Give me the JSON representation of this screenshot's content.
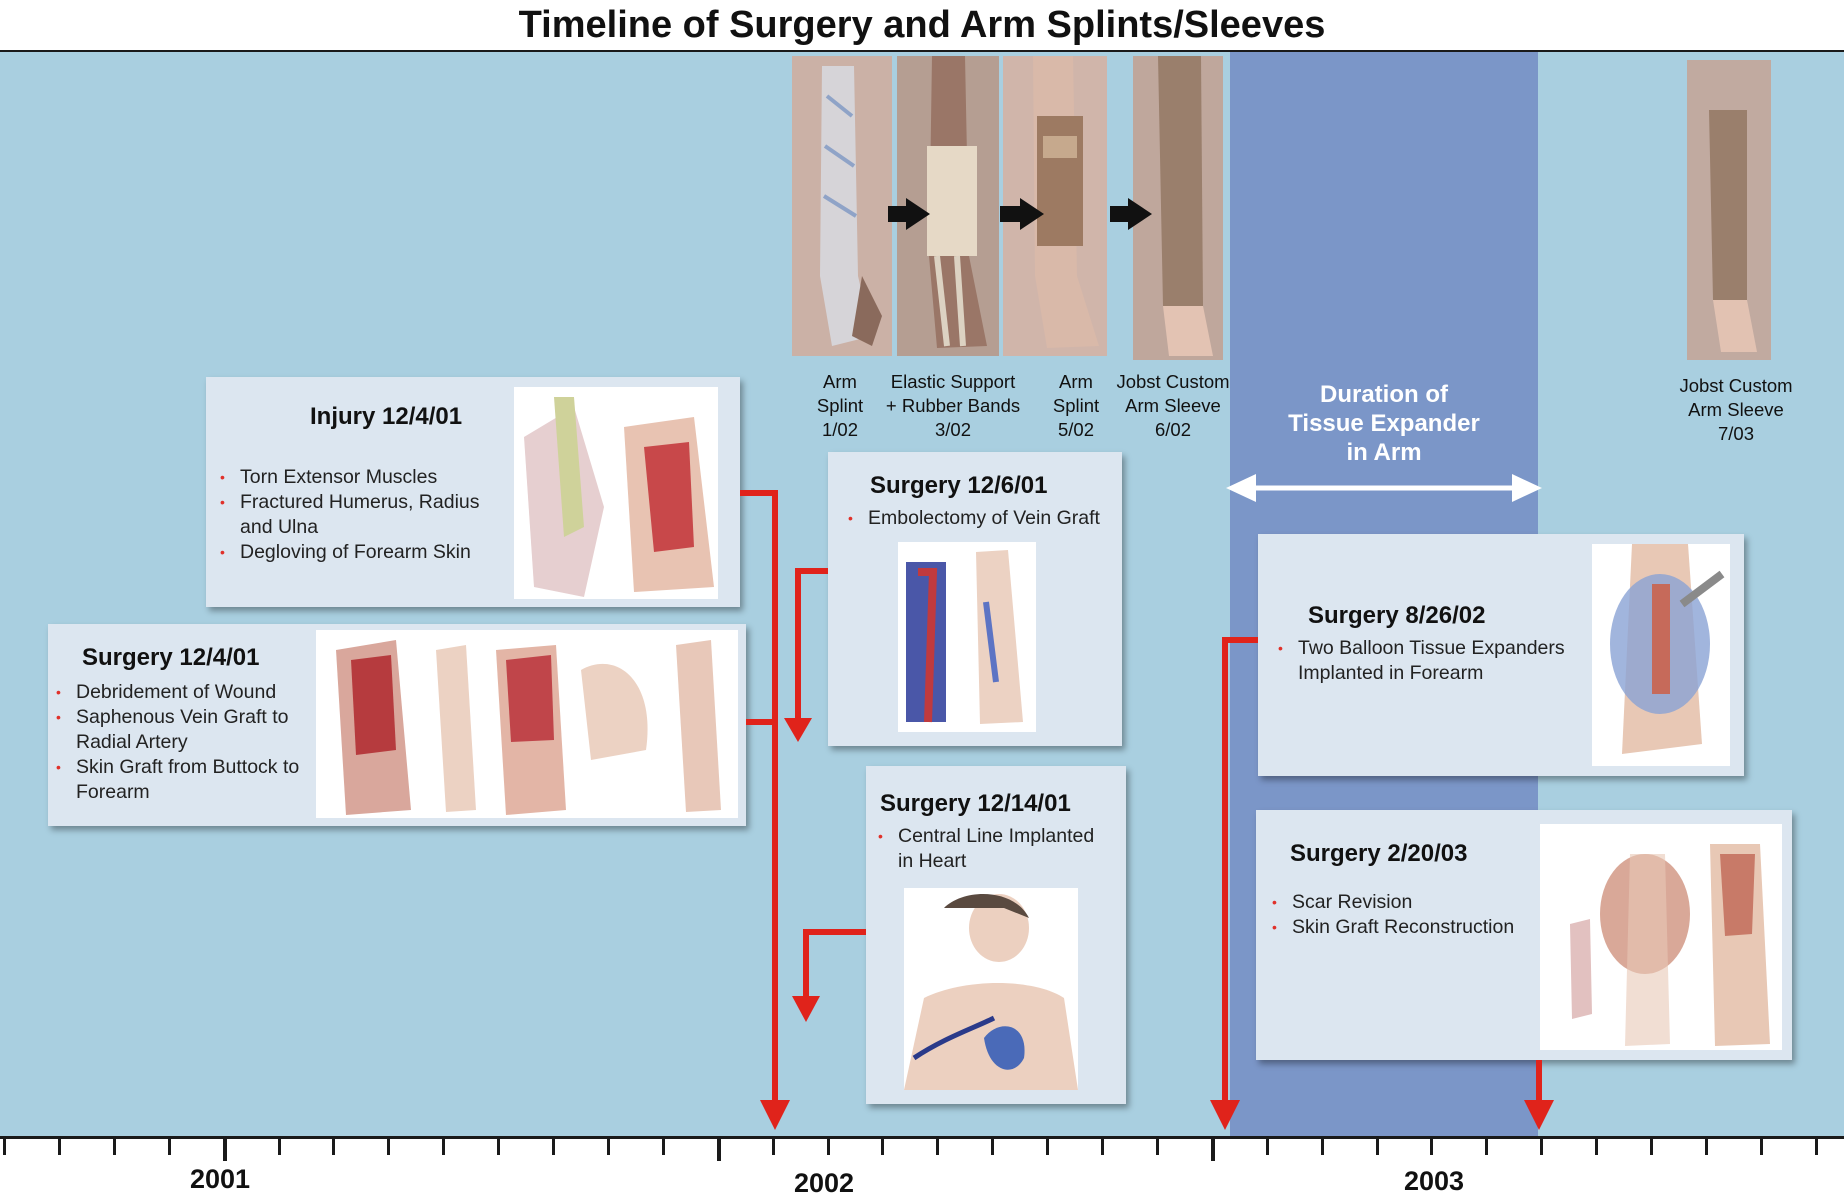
{
  "title": "Timeline of Surgery and Arm Splints/Sleeves",
  "colors": {
    "background": "#a9cfe0",
    "expander_band": "#7b96c8",
    "arrow": "#e0231b",
    "card": "#dce6f0",
    "bullet": "#e0312a"
  },
  "timeline": {
    "years": [
      "2001",
      "2002",
      "2003"
    ]
  },
  "splints": [
    {
      "line1": "Arm",
      "line2": "Splint",
      "line3": "1/02"
    },
    {
      "line1": "Elastic Support",
      "line2": "+ Rubber Bands",
      "line3": "3/02"
    },
    {
      "line1": "Arm",
      "line2": "Splint",
      "line3": "5/02"
    },
    {
      "line1": "Jobst Custom",
      "line2": "Arm Sleeve",
      "line3": "6/02"
    },
    {
      "line1": "Jobst Custom",
      "line2": "Arm Sleeve",
      "line3": "7/03"
    }
  ],
  "duration": {
    "line1": "Duration of",
    "line2": "Tissue Expander",
    "line3": "in Arm"
  },
  "cards": {
    "injury": {
      "title": "Injury 12/4/01",
      "bullets": [
        "Torn Extensor Muscles",
        "Fractured Humerus, Radius and Ulna",
        "Degloving of Forearm Skin"
      ]
    },
    "surgery_120401": {
      "title": "Surgery 12/4/01",
      "bullets": [
        "Debridement of Wound",
        "Saphenous Vein Graft to Radial Artery",
        "Skin Graft from Buttock to Forearm"
      ]
    },
    "surgery_120601": {
      "title": "Surgery 12/6/01",
      "bullets": [
        "Embolectomy of Vein Graft"
      ]
    },
    "surgery_121401": {
      "title": "Surgery 12/14/01",
      "bullets": [
        "Central Line Implanted in Heart"
      ]
    },
    "surgery_082602": {
      "title": "Surgery 8/26/02",
      "bullets": [
        "Two Balloon Tissue Expanders Implanted in Forearm"
      ]
    },
    "surgery_022003": {
      "title": "Surgery 2/20/03",
      "bullets": [
        "Scar Revision",
        "Skin Graft Reconstruction"
      ]
    }
  }
}
